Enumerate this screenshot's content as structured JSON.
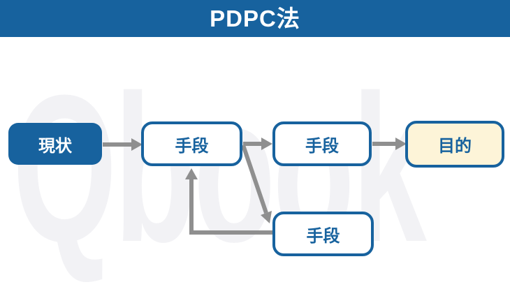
{
  "header": {
    "title": "PDPC法"
  },
  "watermark": {
    "text": "Qbook"
  },
  "diagram": {
    "nodes": [
      {
        "id": "current-state",
        "label": "現状",
        "style": "filled-blue"
      },
      {
        "id": "means-1",
        "label": "手段",
        "style": "outline"
      },
      {
        "id": "means-2",
        "label": "手段",
        "style": "outline"
      },
      {
        "id": "goal",
        "label": "目的",
        "style": "filled-cream"
      },
      {
        "id": "means-3",
        "label": "手段",
        "style": "outline"
      }
    ],
    "edges": [
      {
        "from": "current-state",
        "to": "means-1",
        "shape": "straight-right"
      },
      {
        "from": "means-1",
        "to": "means-2",
        "shape": "straight-right"
      },
      {
        "from": "means-2",
        "to": "goal",
        "shape": "straight-right"
      },
      {
        "from": "means-1",
        "to": "means-3",
        "shape": "diagonal-down"
      },
      {
        "from": "means-3",
        "to": "means-1",
        "shape": "elbow-left-up"
      }
    ],
    "colors": {
      "primary_blue": "#17629E",
      "goal_fill": "#FDF4D8",
      "arrow_gray": "#8F8F8F",
      "watermark_gray": "#F2F2F5",
      "background": "#FFFFFF",
      "header_text": "#FFFFFF"
    }
  }
}
